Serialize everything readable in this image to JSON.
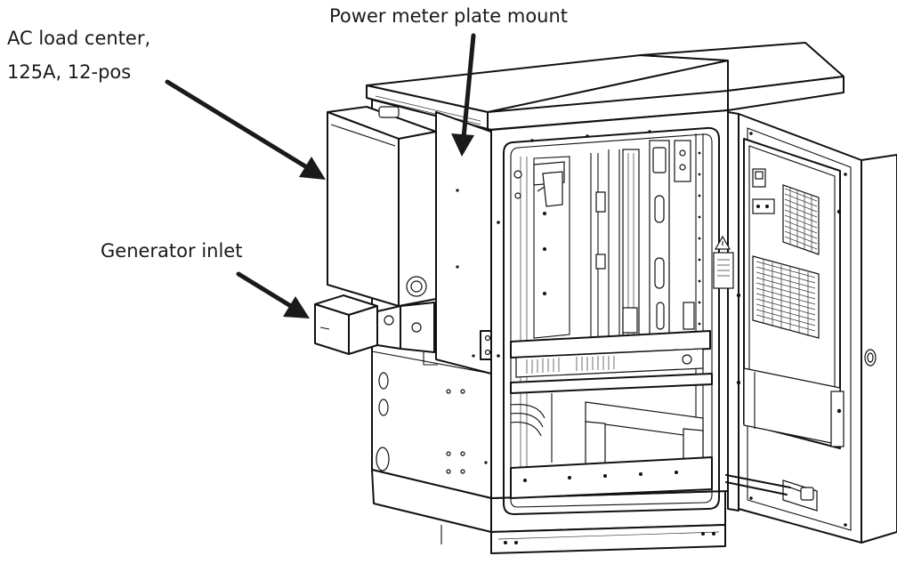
{
  "callouts": {
    "ac_load_center_line1": "AC load center,",
    "ac_load_center_line2": "125A, 12-pos",
    "generator_inlet": "Generator inlet",
    "power_meter_plate_mount": "Power meter plate mount"
  }
}
